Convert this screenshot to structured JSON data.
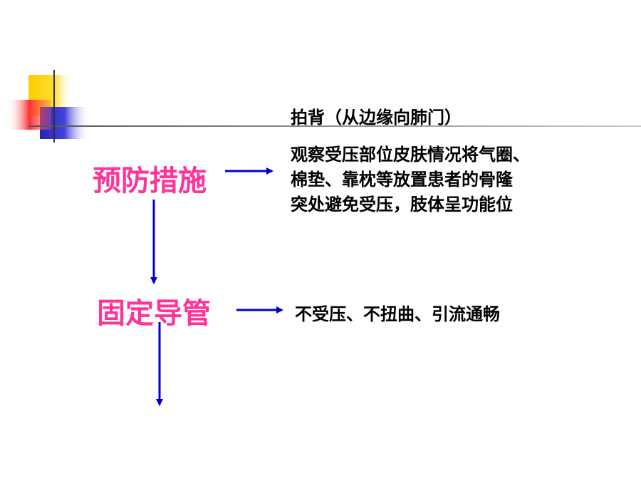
{
  "nodes": {
    "prevention": "预防措施",
    "fix_catheter": "固定导管"
  },
  "notes": {
    "back_pat": "拍背（从边缘向肺门）",
    "pressure_care": [
      "观察受压部位皮肤情况将气圈、",
      "棉垫、靠枕等放置患者的骨隆",
      "突处避免受压，肢体呈功能位"
    ],
    "catheter_care": "不受压、不扭曲、引流通畅"
  },
  "colors": {
    "node_text": "#ff3399",
    "arrow": "#0000cc",
    "decor_yellow": "#ffcc00",
    "decor_red": "#ff3333",
    "decor_blue": "#3333cc"
  }
}
